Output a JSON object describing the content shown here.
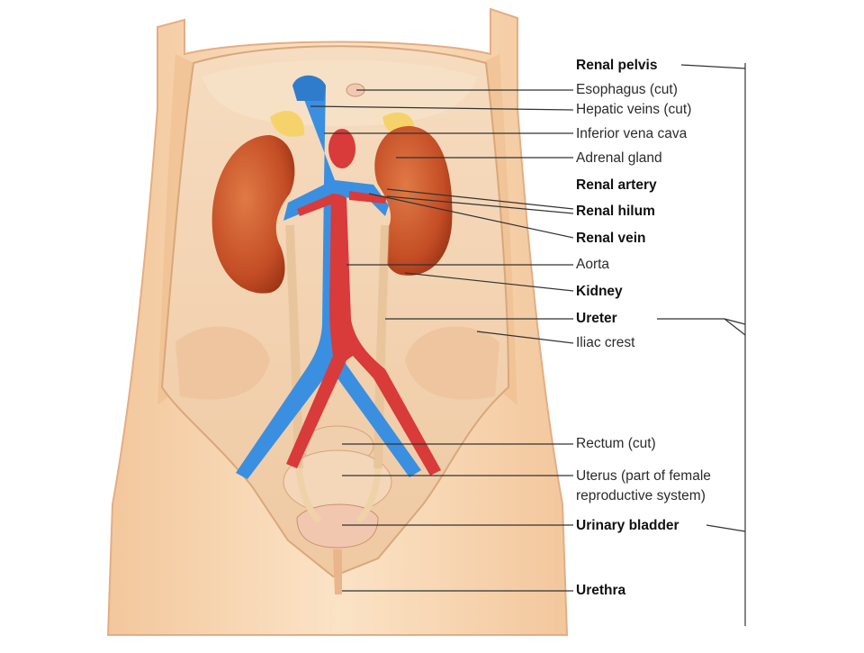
{
  "labels": {
    "renal_pelvis": "Renal pelvis",
    "esophagus": "Esophagus (cut)",
    "hepatic_veins": "Hepatic veins (cut)",
    "inferior_vena_cava": "Inferior vena cava",
    "adrenal_gland": "Adrenal gland",
    "renal_artery": "Renal artery",
    "renal_hilum": "Renal hilum",
    "renal_vein": "Renal vein",
    "aorta": "Aorta",
    "kidney": "Kidney",
    "ureter": "Ureter",
    "iliac_crest": "Iliac crest",
    "rectum": "Rectum (cut)",
    "uterus_line1": "Uterus (part of female",
    "uterus_line2": "reproductive system)",
    "urinary_bladder": "Urinary bladder",
    "urethra": "Urethra"
  },
  "colors": {
    "skin": "#f5cfa8",
    "skin_dark": "#e9b58a",
    "kidney": "#c8552c",
    "vein_blue": "#3b8fe0",
    "artery_red": "#d93a3a",
    "ureter": "#f0d2a8",
    "leader_line": "#333333"
  }
}
